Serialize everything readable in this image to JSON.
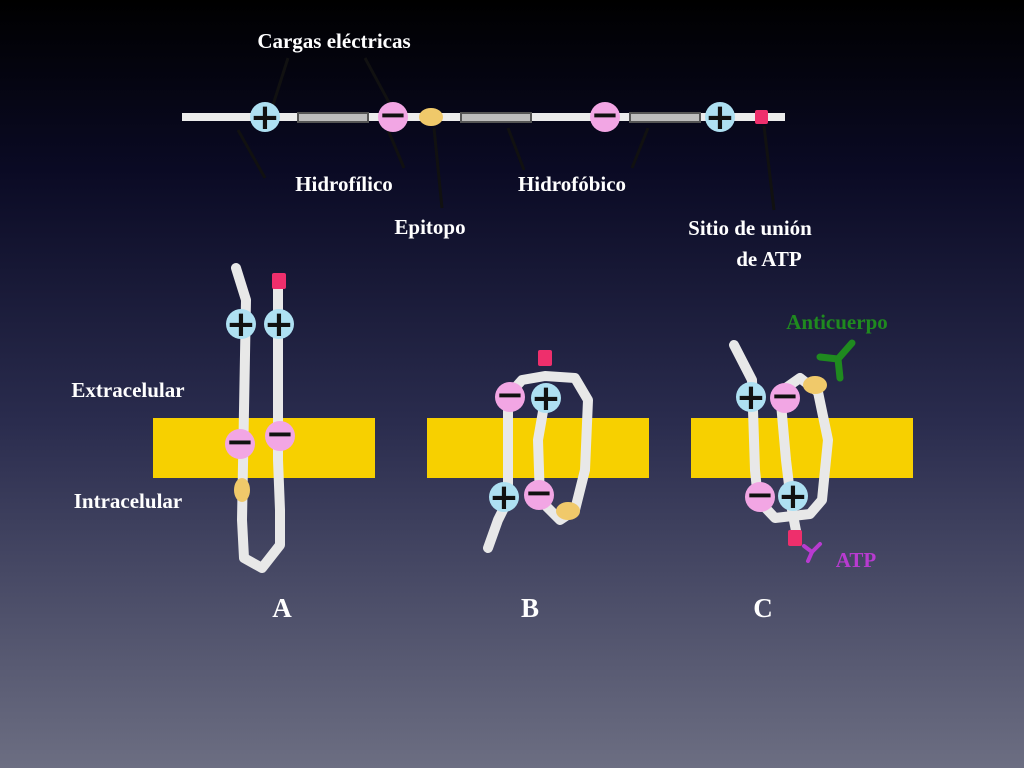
{
  "labels": {
    "charges": "Cargas eléctricas",
    "hydrophilic": "Hidrofílico",
    "hydrophobic": "Hidrofóbico",
    "epitope": "Epitopo",
    "atp_site_line1": "Sitio de unión",
    "atp_site_line2": "de ATP",
    "extracellular": "Extracelular",
    "intracellular": "Intracelular",
    "antibody": "Anticuerpo",
    "atp": "ATP"
  },
  "panels": {
    "a": "A",
    "b": "B",
    "c": "C"
  },
  "symbols": {
    "plus": "+",
    "minus": "−"
  },
  "colors": {
    "membrane": "#f7d000",
    "chain": "#e6e6e6",
    "positive_charge": "#aee0f2",
    "negative_charge": "#f2a6e4",
    "epitope": "#f0c96a",
    "atp_site": "#ee2f6c",
    "antibody": "#1f8a1f",
    "atp": "#b83bd0",
    "text": "#ffffff"
  }
}
